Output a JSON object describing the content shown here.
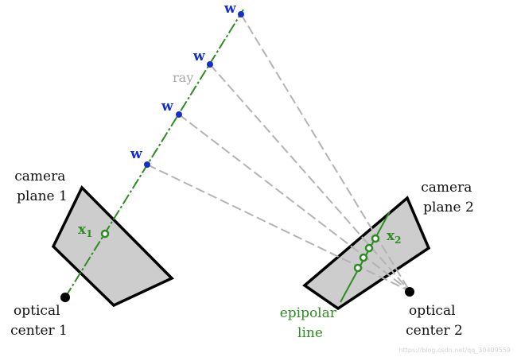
{
  "labels": {
    "camera_plane_1": [
      "camera",
      "plane 1"
    ],
    "camera_plane_2": [
      "camera",
      "plane 2"
    ],
    "optical_center_1": [
      "optical",
      "center 1"
    ],
    "optical_center_2": [
      "optical",
      "center 2"
    ],
    "epipolar_line": [
      "epipolar",
      "line"
    ],
    "ray": "ray",
    "point_w": "w",
    "image_point_1": {
      "base": "x",
      "sub": "1"
    },
    "image_point_2": {
      "base": "x",
      "sub": "2"
    }
  },
  "watermark": "https://blog.csdn.net/qq_30409559",
  "colors": {
    "plane_fill": "#cdcdcd",
    "plane_stroke": "#000000",
    "ray_green": "#2e8b22",
    "projection_gray": "#b3b3b3",
    "world_point_blue": "#1530c8"
  }
}
